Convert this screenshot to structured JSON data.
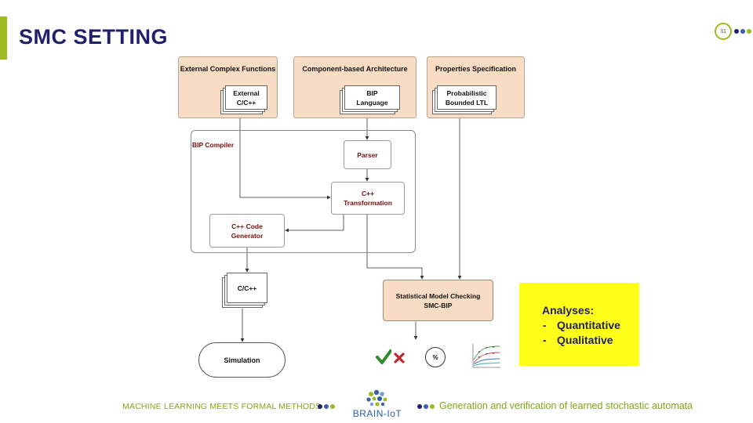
{
  "title": "SMC SETTING",
  "page_number": "31",
  "boxes": {
    "external": {
      "header": "External Complex Functions",
      "doc_line1": "External",
      "doc_line2": "C/C++"
    },
    "component": {
      "header": "Component-based Architecture",
      "doc_line1": "BIP",
      "doc_line2": "Language"
    },
    "properties": {
      "header": "Properties Specification",
      "doc_line1": "Probabilistic",
      "doc_line2": "Bounded LTL"
    }
  },
  "compiler": {
    "label": "BIP Compiler",
    "parser": "Parser",
    "transformation_line1": "C++",
    "transformation_line2": "Transformation",
    "codegen_line1": "C++ Code",
    "codegen_line2": "Generator"
  },
  "output_doc": "C/C++",
  "simulation": "Simulation",
  "smc": {
    "line1": "Statistical Model Checking",
    "line2": "SMC-BIP"
  },
  "result_percent": "%",
  "analyses": {
    "title": "Analyses:",
    "items": [
      {
        "dash": "-",
        "label": "Quantitative"
      },
      {
        "dash": "-",
        "label": "Qualitative"
      }
    ]
  },
  "footer": {
    "left": "MACHINE LEARNING MEETS FORMAL METHODS",
    "logo": "BRAIN-IoT",
    "right": "Generation and verification  of learned stochastic automata"
  },
  "colors": {
    "accent_green": "#9bbb1e",
    "title_navy": "#1f1f6b",
    "peach": "#f9dcc4",
    "compiler_red": "#7a0d0d",
    "analyses_yellow": "#ffff1a"
  }
}
